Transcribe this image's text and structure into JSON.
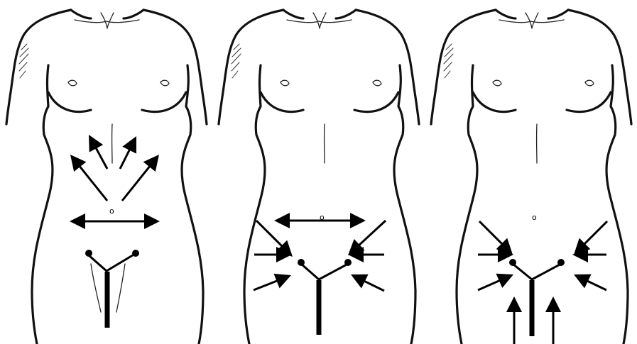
{
  "panels": [
    {
      "id": "panel-1",
      "navel_mark": "o",
      "arrows": [
        {
          "from": [
            151,
            238
          ],
          "to": [
            125,
            190
          ]
        },
        {
          "from": [
            169,
            238
          ],
          "to": [
            192,
            192
          ]
        },
        {
          "from": [
            151,
            283
          ],
          "to": [
            99,
            218
          ]
        },
        {
          "from": [
            172,
            283
          ],
          "to": [
            224,
            218
          ]
        },
        {
          "from": [
            158,
            312
          ],
          "to": [
            98,
            312
          ]
        },
        {
          "from": [
            158,
            312
          ],
          "to": [
            225,
            312
          ]
        }
      ]
    },
    {
      "id": "panel-2",
      "navel_mark": "o",
      "arrows": [
        {
          "from": [
            448,
            311
          ],
          "to": [
            386,
            311
          ]
        },
        {
          "from": [
            448,
            311
          ],
          "to": [
            515,
            311
          ]
        },
        {
          "from": [
            361,
            311
          ],
          "to": [
            412,
            362
          ]
        },
        {
          "from": [
            543,
            311
          ],
          "to": [
            490,
            360
          ]
        },
        {
          "from": [
            358,
            359
          ],
          "to": [
            411,
            359
          ]
        },
        {
          "from": [
            541,
            359
          ],
          "to": [
            490,
            359
          ]
        },
        {
          "from": [
            357,
            409
          ],
          "to": [
            410,
            388
          ]
        },
        {
          "from": [
            541,
            410
          ],
          "to": [
            494,
            387
          ]
        }
      ]
    },
    {
      "id": "panel-3",
      "navel_mark": "o",
      "arrows": [
        {
          "from": [
            675,
            312
          ],
          "to": [
            722,
            359
          ]
        },
        {
          "from": [
            855,
            312
          ],
          "to": [
            808,
            359
          ]
        },
        {
          "from": [
            673,
            359
          ],
          "to": [
            723,
            359
          ]
        },
        {
          "from": [
            854,
            359
          ],
          "to": [
            806,
            359
          ]
        },
        {
          "from": [
            673,
            409
          ],
          "to": [
            723,
            387
          ]
        },
        {
          "from": [
            854,
            409
          ],
          "to": [
            808,
            387
          ]
        },
        {
          "from": [
            724,
            485
          ],
          "to": [
            724,
            418
          ]
        },
        {
          "from": [
            779,
            485
          ],
          "to": [
            779,
            418
          ]
        }
      ]
    }
  ]
}
